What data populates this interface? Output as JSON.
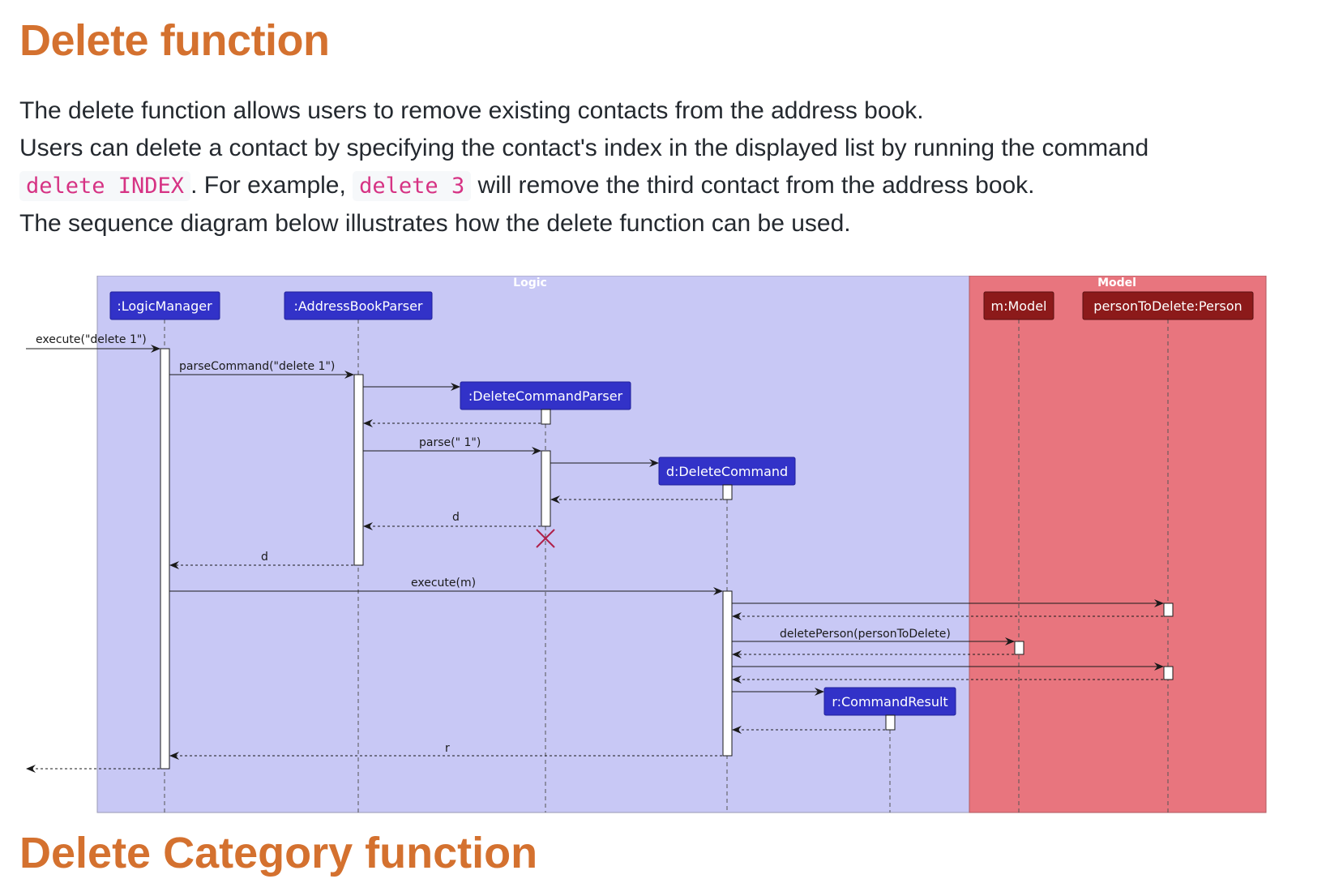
{
  "heading": "Delete function",
  "paragraph": {
    "line1": "The delete function allows users to remove existing contacts from the address book.",
    "line2": "Users can delete a contact by specifying the contact's index in the displayed list by running the command",
    "line3_code1": "delete INDEX",
    "line3_text1": ". For example, ",
    "line3_code2": "delete 3",
    "line3_text2": " will remove the third contact from the address book.",
    "line4": "The sequence diagram below illustrates how the delete function can be used."
  },
  "diagram": {
    "groups": {
      "logic": "Logic",
      "model": "Model"
    },
    "colors": {
      "logic_bg": "#c8c8f5",
      "model_bg": "#e8757e",
      "logic_participant": "#3232c8",
      "model_participant": "#8c1a1a",
      "destroy": "#b0204a"
    },
    "participants": {
      "logic_manager": ":LogicManager",
      "address_book_parser": ":AddressBookParser",
      "delete_command_parser": ":DeleteCommandParser",
      "delete_command": "d:DeleteCommand",
      "command_result": "r:CommandResult",
      "model": "m:Model",
      "person": "personToDelete:Person"
    },
    "messages": {
      "execute_delete": "execute(\"delete 1\")",
      "parse_command": "parseCommand(\"delete 1\")",
      "parse": "parse(\" 1\")",
      "return_d1": "d",
      "return_d2": "d",
      "execute_m": "execute(m)",
      "delete_person": "deletePerson(personToDelete)",
      "return_r": "r"
    }
  },
  "next_heading": "Delete Category function"
}
